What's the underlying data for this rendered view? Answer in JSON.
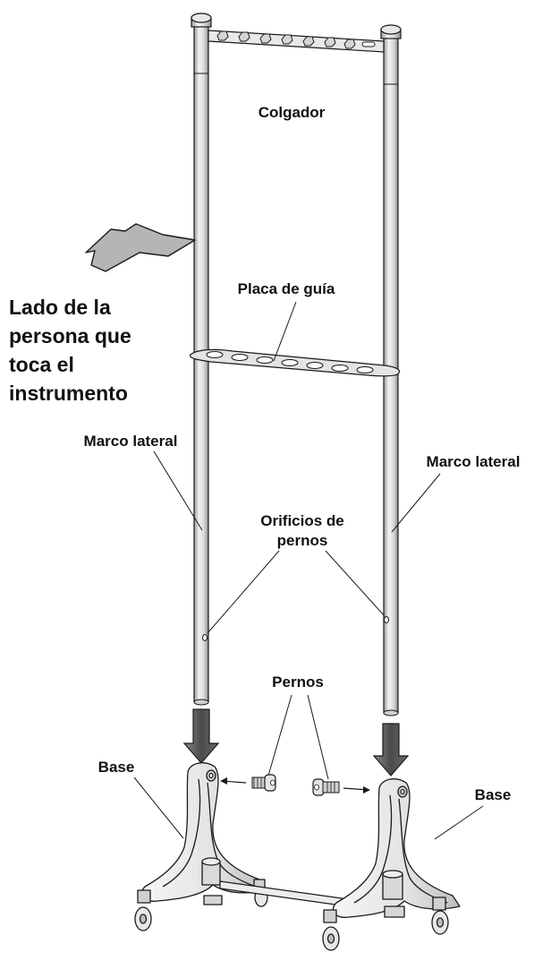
{
  "labels": {
    "hanger": "Colgador",
    "guide_plate": "Placa de guía",
    "player_side_line1": "Lado de la",
    "player_side_line2": "persona que",
    "player_side_line3": "toca el",
    "player_side_line4": "instrumento",
    "side_frame_left": "Marco lateral",
    "side_frame_right": "Marco lateral",
    "bolt_holes_line1": "Orificios de",
    "bolt_holes_line2": "pernos",
    "bolts": "Pernos",
    "base_left": "Base",
    "base_right": "Base"
  },
  "colors": {
    "line": "#1a1a1a",
    "pole_light": "#f4f4f4",
    "pole_mid": "#d8d8d8",
    "pole_dark": "#9a9a9a",
    "arrow_fill": "#b5b5b5",
    "down_arrow": "#5a5a5a",
    "base_fill": "#ececec",
    "base_shade": "#c9c9c9"
  }
}
